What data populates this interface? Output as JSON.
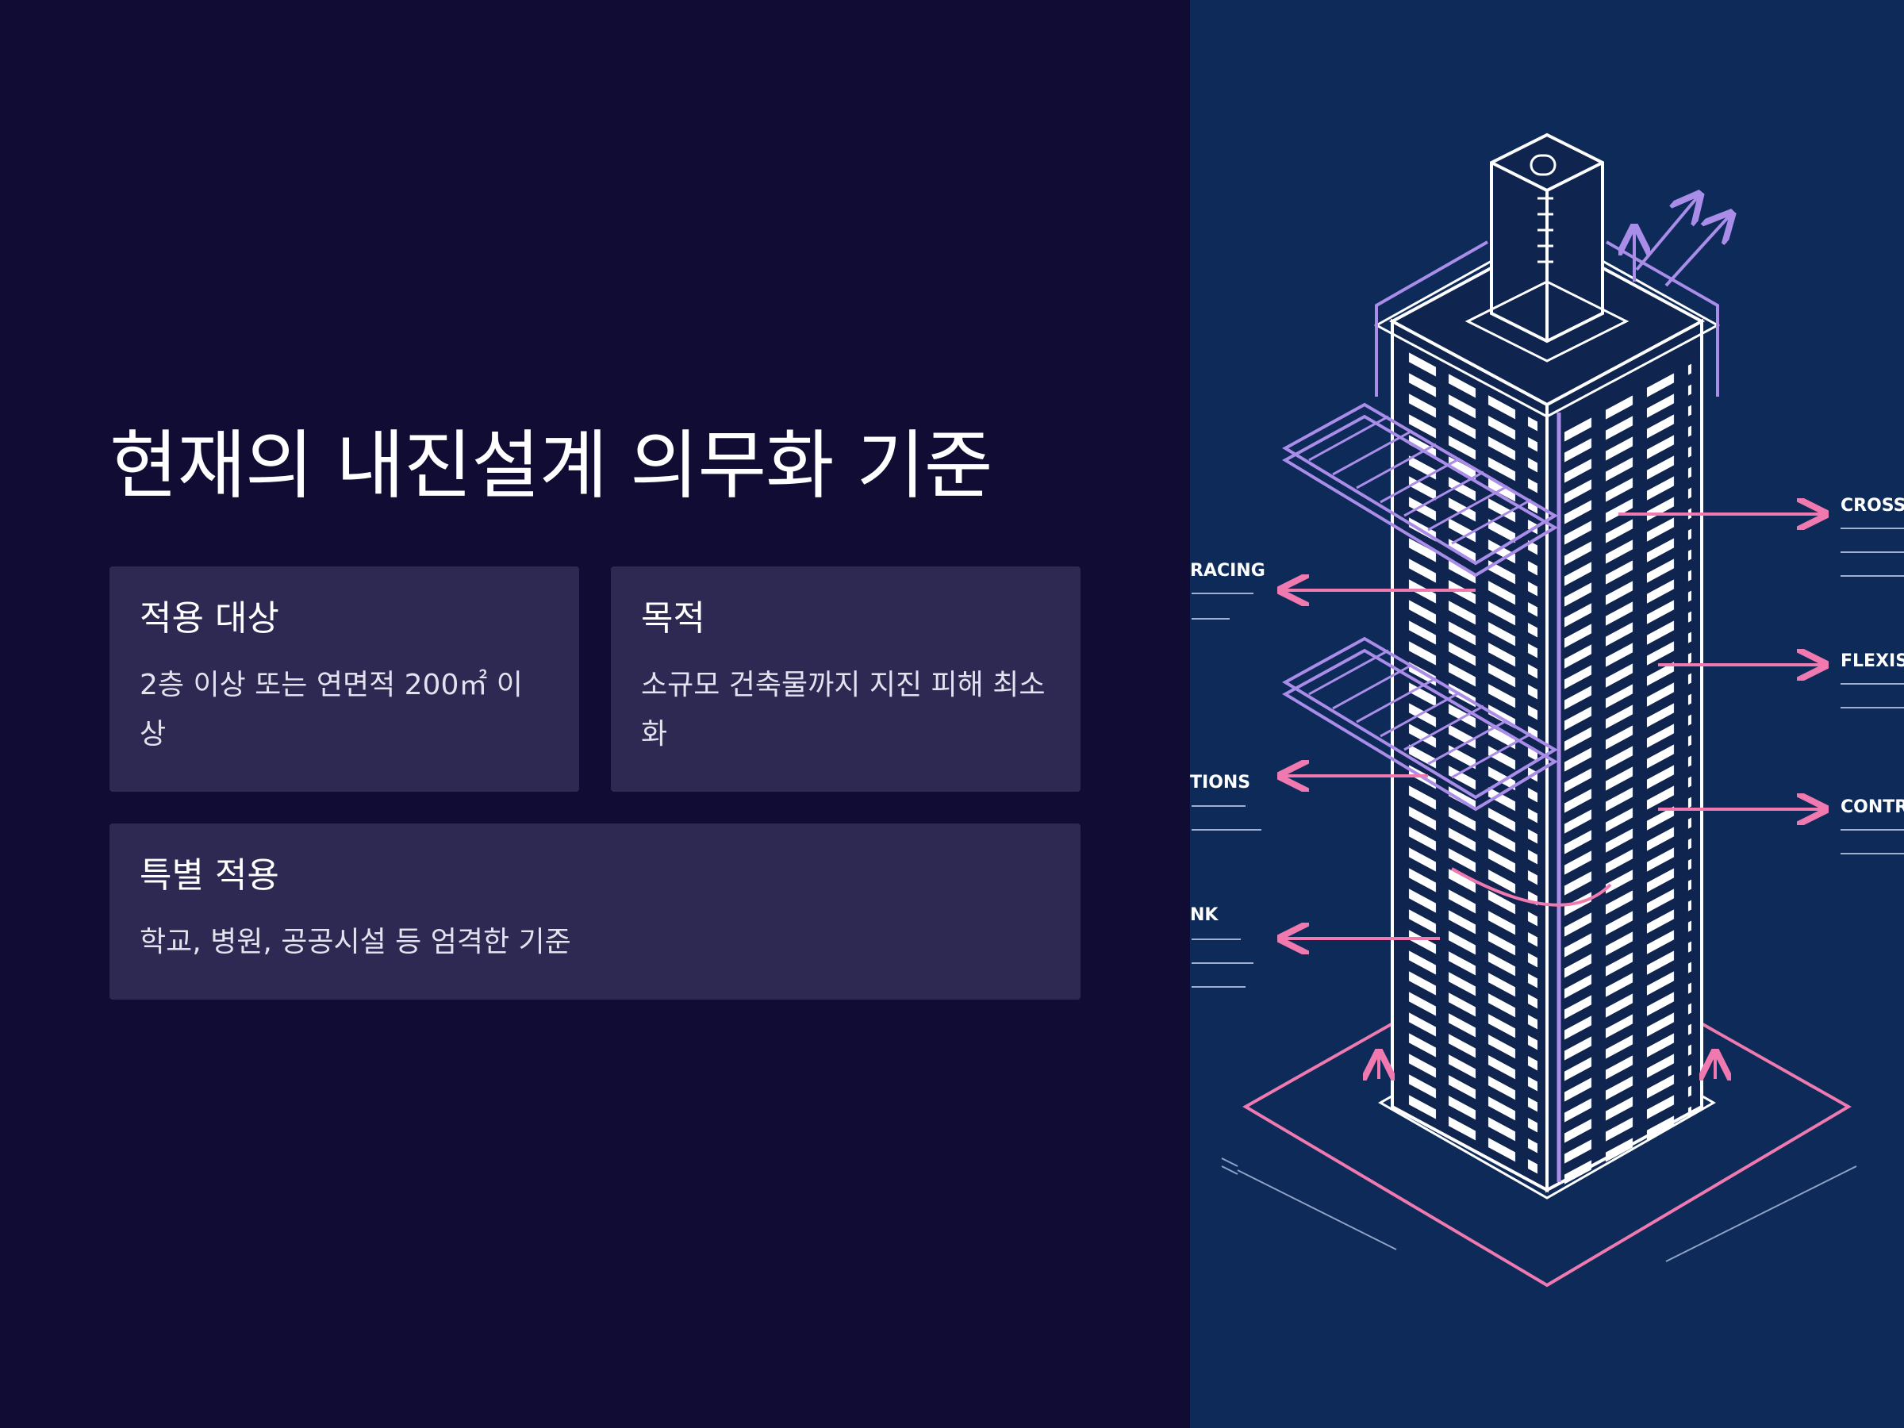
{
  "slide": {
    "title": "현재의 내진설계 의무화 기준"
  },
  "cards": [
    {
      "title": "적용 대상",
      "body": "2층 이상 또는 연면적 200㎡ 이상"
    },
    {
      "title": "목적",
      "body": "소규모 건축물까지 지진 피해 최소화"
    },
    {
      "title": "특별 적용",
      "body": "학교, 병원, 공공시설 등 엄격한 기준"
    }
  ],
  "illustration": {
    "left_labels": [
      "RACING",
      "TIONS",
      "NK"
    ],
    "right_labels": [
      "CROSS",
      "FLEXIS",
      "CONTR"
    ],
    "colors": {
      "background": "#0d2a59",
      "outline": "#ffffff",
      "accent_pink": "#f07ab0",
      "accent_purple": "#a98de8"
    }
  }
}
